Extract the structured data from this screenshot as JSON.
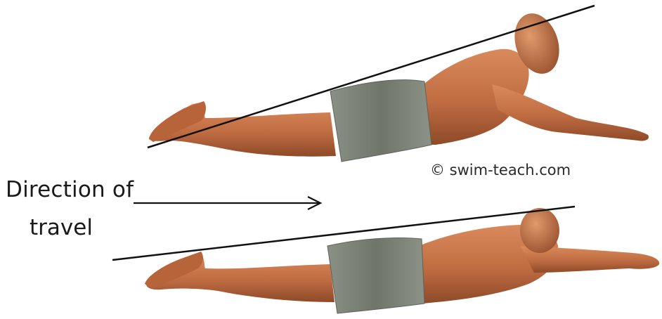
{
  "labels": {
    "direction_line1": "Direction of",
    "direction_line2": "travel",
    "copyright": "© swim-teach.com"
  },
  "colors": {
    "skin": "#c8764a",
    "skin_dark": "#8e4a28",
    "shorts": "#7e8579",
    "line": "#111111"
  },
  "figures": [
    {
      "name": "swimmer-high-body-angle",
      "pose": "head-up, legs low"
    },
    {
      "name": "swimmer-flat-body",
      "pose": "horizontal"
    }
  ]
}
